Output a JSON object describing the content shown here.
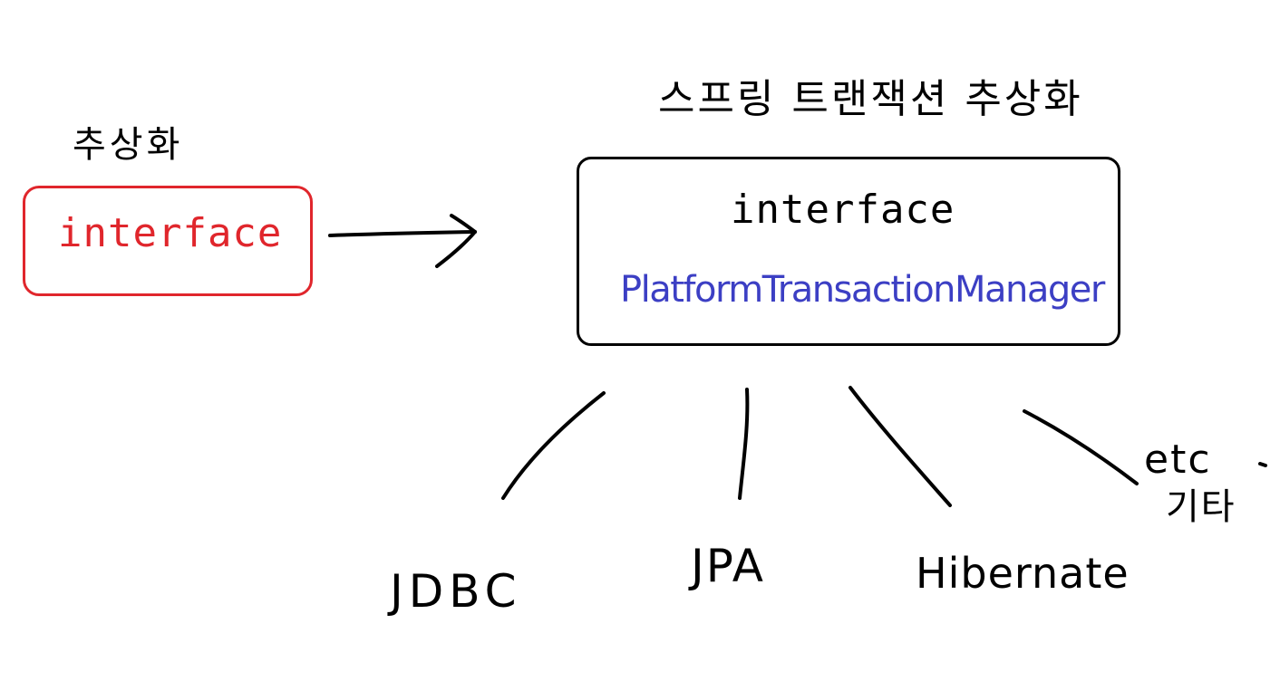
{
  "left": {
    "title": "추상화",
    "box_label": "interface"
  },
  "right": {
    "title": "스프링 트랜잭션 추상화",
    "box_label": "interface",
    "interface_name": "PlatformTransactionManager"
  },
  "implementations": {
    "jdbc": "JDBC",
    "jpa": "JPA",
    "hibernate": "Hibernate",
    "etc": "etc",
    "etc_kr": "기타"
  },
  "colors": {
    "red": "#e0262c",
    "blue": "#3c3fc4",
    "ink": "#000000"
  }
}
